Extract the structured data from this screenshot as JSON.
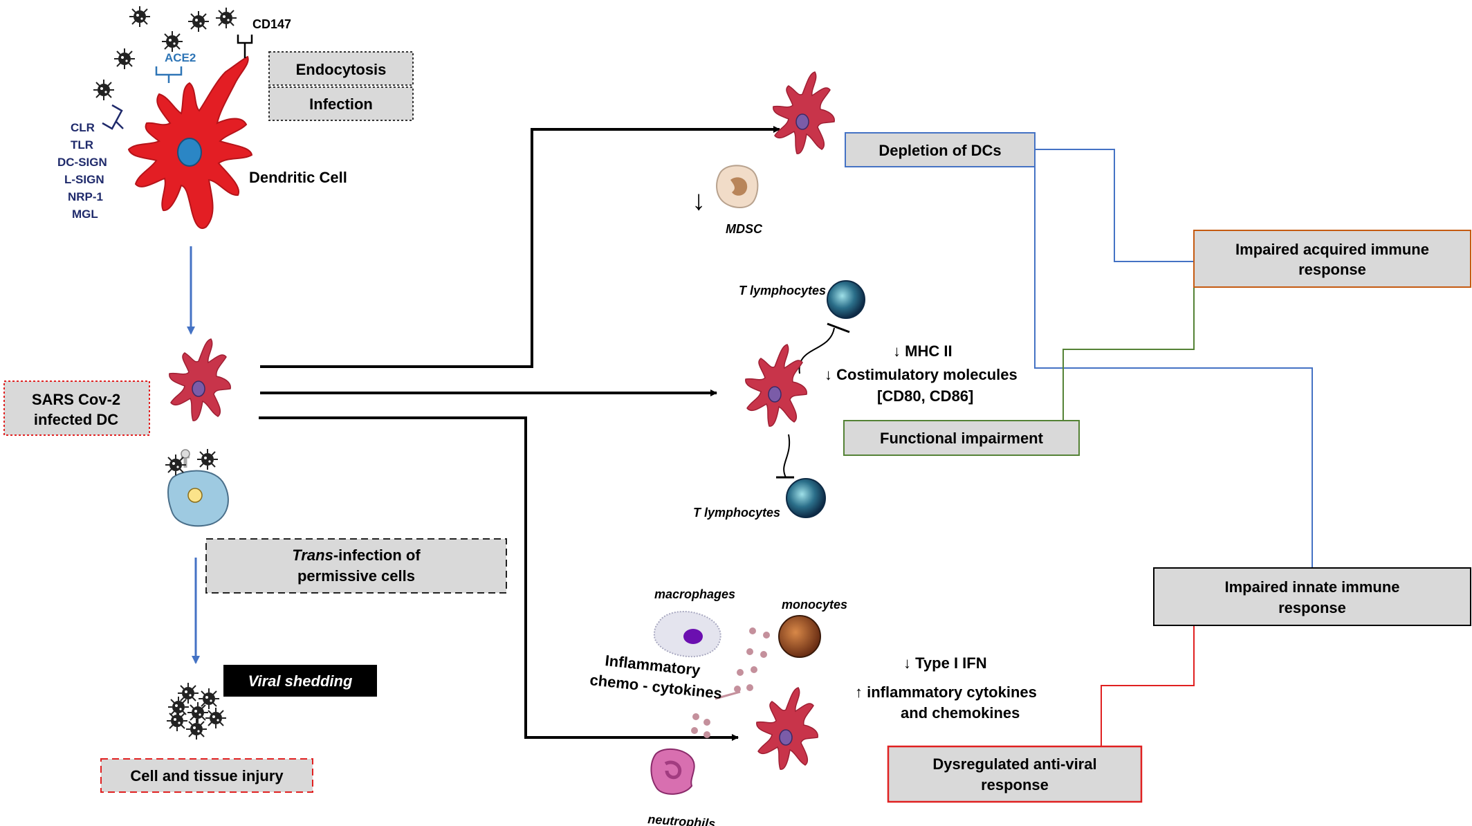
{
  "dc_panel": {
    "cd147": "CD147",
    "ace2": "ACE2",
    "receptors": [
      "CLR",
      "TLR",
      "DC-SIGN",
      "L-SIGN",
      "NRP-1",
      "MGL"
    ],
    "dendritic_cell": "Dendritic Cell",
    "endocytosis": "Endocytosis",
    "infection": "Infection"
  },
  "infected_dc": [
    "SARS Cov-2",
    "infected DC"
  ],
  "trans_infection": {
    "italic": "Trans",
    "rest": "-infection of",
    "line2": "permissive cells"
  },
  "viral_shedding": "Viral shedding",
  "cell_tissue_injury": "Cell and tissue injury",
  "depletion": {
    "label": "Depletion of DCs",
    "mdsc": "MDSC"
  },
  "functional": {
    "t_lymph_top": "T lymphocytes",
    "t_lymph_bottom": "T lymphocytes",
    "mhc": "↓ MHC II",
    "costim1": "↓ Costimulatory molecules",
    "costim2": "[CD80, CD86]",
    "label": "Functional impairment"
  },
  "inflammation": {
    "macrophages": "macrophages",
    "monocytes": "monocytes",
    "neutrophils": "neutrophils",
    "chemo1": "Inflammatory",
    "chemo2": "chemo - cytokines",
    "ifn": "↓ Type I IFN",
    "cyt1": "↑ inflammatory cytokines",
    "cyt2": "and chemokines"
  },
  "outcomes": {
    "acquired": [
      "Impaired acquired immune",
      "response"
    ],
    "innate": [
      "Impaired innate immune",
      "response"
    ],
    "dysregulated": [
      "Dysregulated anti-viral",
      "response"
    ]
  },
  "colors": {
    "dc_red": "#e31e24",
    "dc_dark": "#c8344a",
    "blue_line": "#4472c4",
    "green_line": "#548235",
    "orange_border": "#c55a11",
    "red_border": "#e02020",
    "gray_fill": "#d9d9d9"
  }
}
